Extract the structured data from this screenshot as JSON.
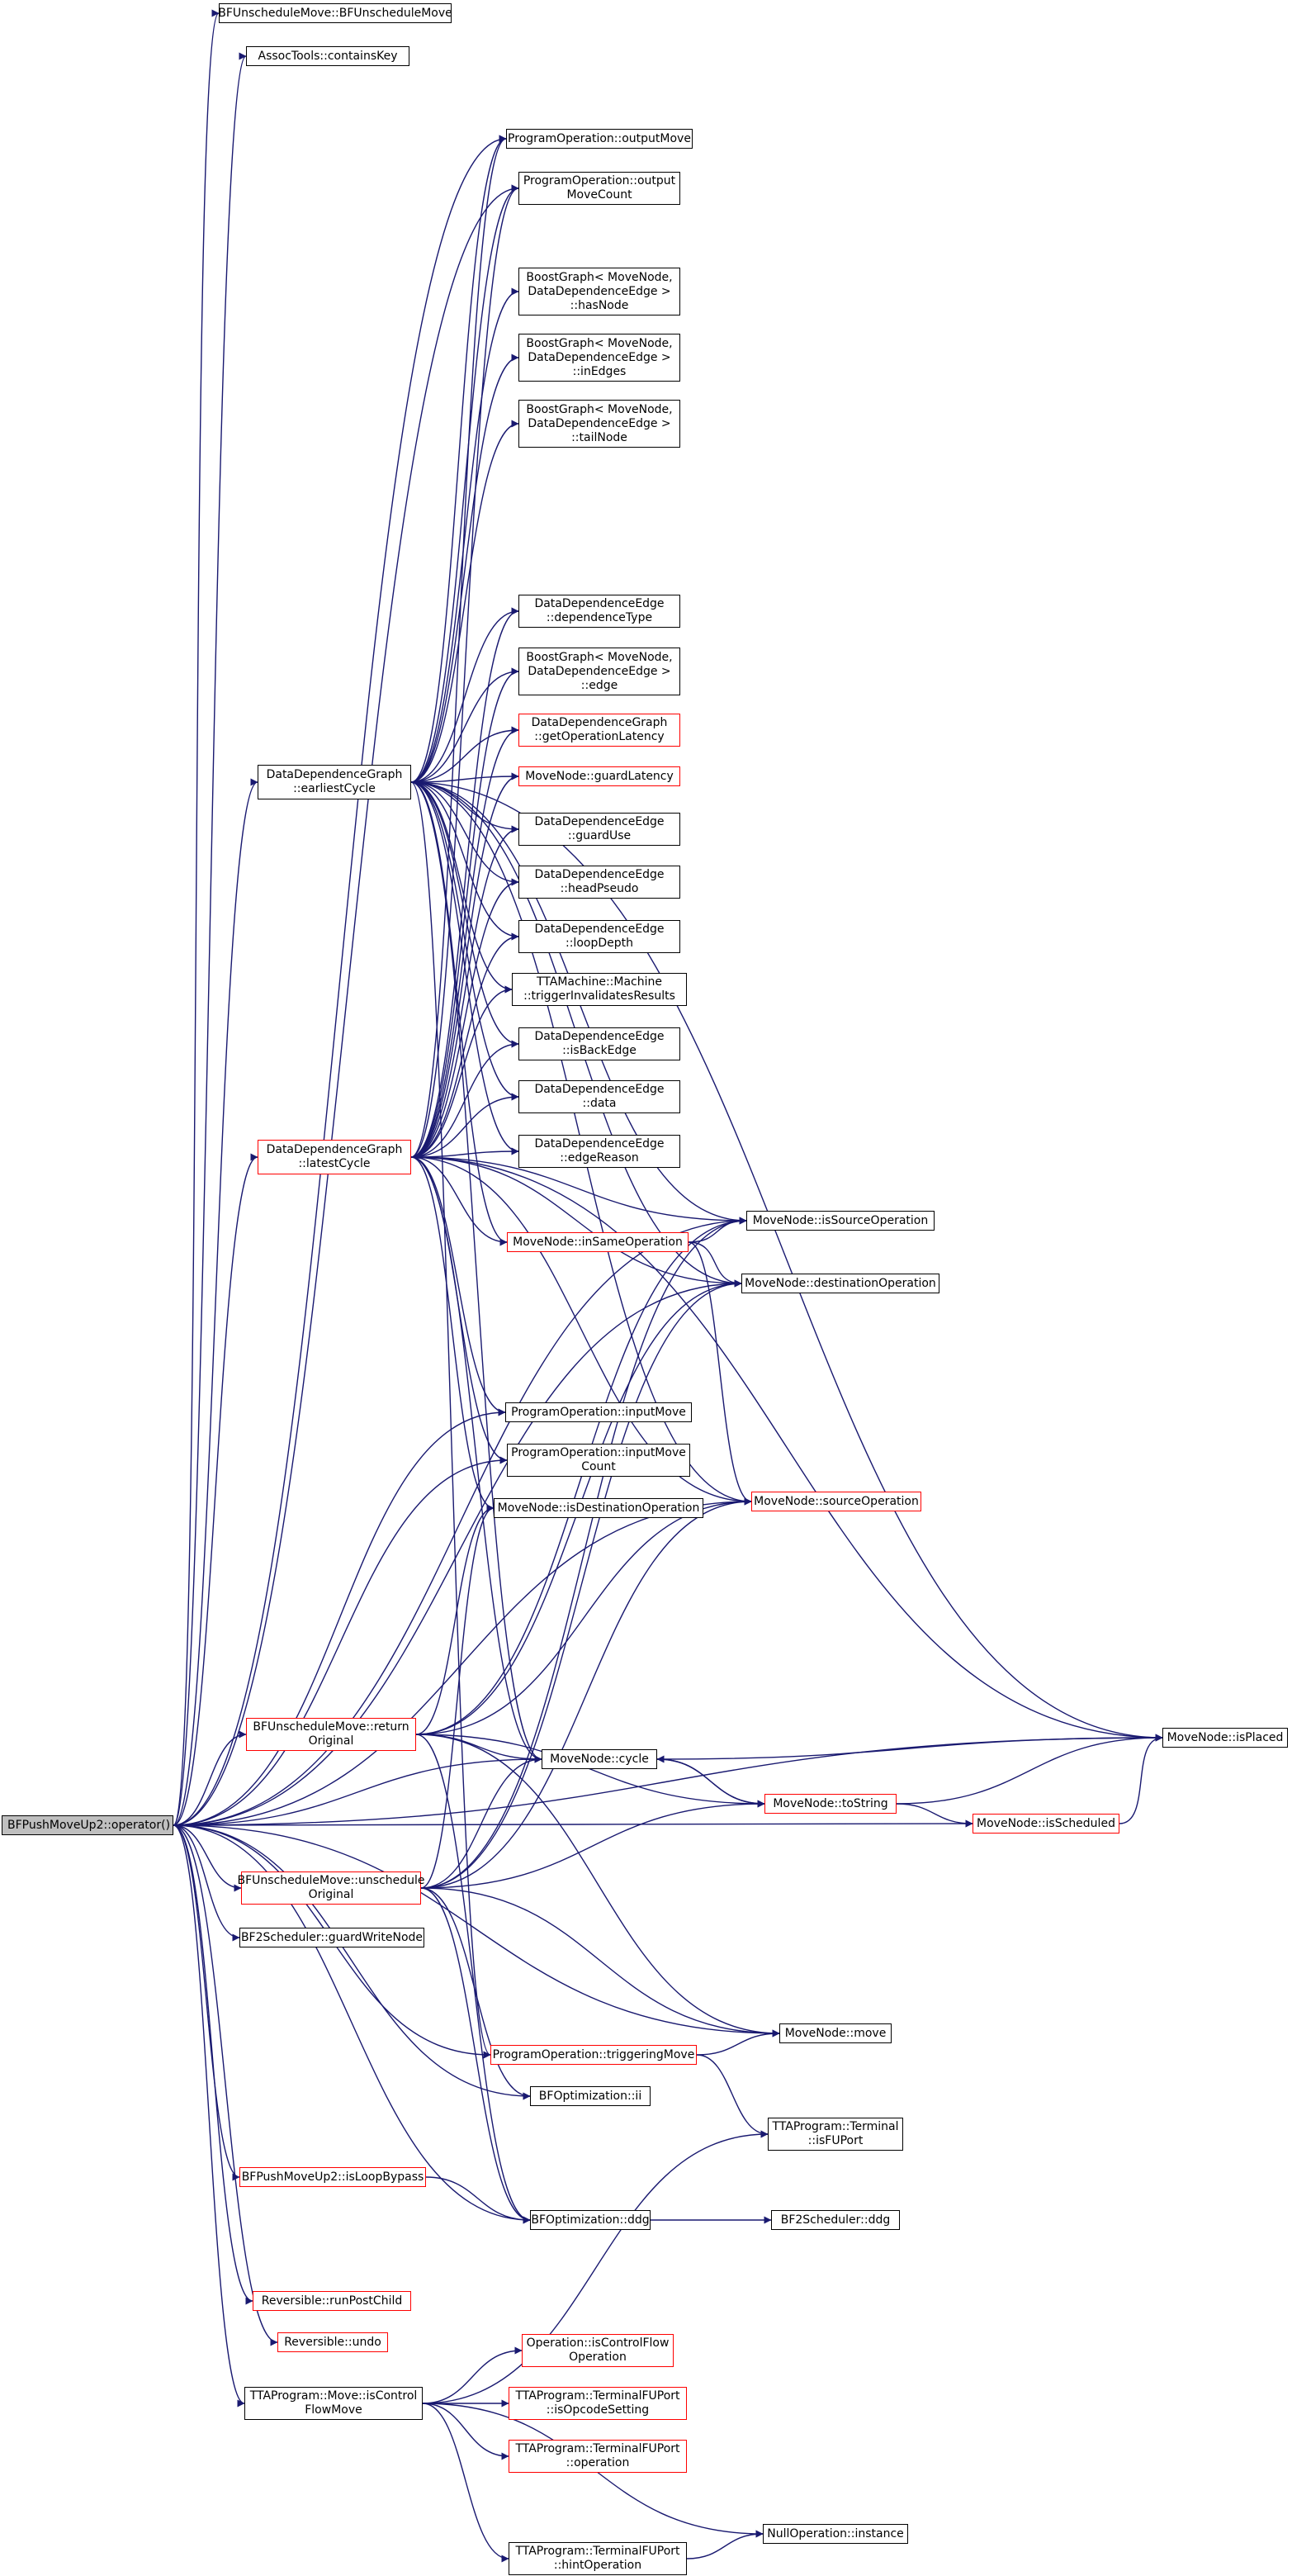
{
  "colors": {
    "edge": "#191970",
    "border": "#000000",
    "border_incomplete": "#ff0000",
    "root_fill": "#bfbfbf"
  },
  "nodes": {
    "bfpushmoveup2_operator": [
      "BFPushMoveUp2::operator()"
    ],
    "bfunschedulemove_ctor": [
      "BFUnscheduleMove::BFUnscheduleMove"
    ],
    "assoctools_containskey": [
      "AssocTools::containsKey"
    ],
    "programoperation_outputmove": [
      "ProgramOperation::outputMove"
    ],
    "programoperation_outputmovecount": [
      "ProgramOperation::output",
      "MoveCount"
    ],
    "boostgraph_hasnode": [
      "BoostGraph< MoveNode,",
      "DataDependenceEdge >",
      "::hasNode"
    ],
    "boostgraph_inedges": [
      "BoostGraph< MoveNode,",
      "DataDependenceEdge >",
      "::inEdges"
    ],
    "boostgraph_tailnode": [
      "BoostGraph< MoveNode,",
      "DataDependenceEdge >",
      "::tailNode"
    ],
    "dde_dependencetype": [
      "DataDependenceEdge",
      "::dependenceType"
    ],
    "boostgraph_edge": [
      "BoostGraph< MoveNode,",
      "DataDependenceEdge >",
      "::edge"
    ],
    "ddg_getoperationlatency": [
      "DataDependenceGraph",
      "::getOperationLatency"
    ],
    "ddg_earliestcycle": [
      "DataDependenceGraph",
      "::earliestCycle"
    ],
    "movenode_guardlatency": [
      "MoveNode::guardLatency"
    ],
    "dde_guarduse": [
      "DataDependenceEdge",
      "::guardUse"
    ],
    "dde_headpseudo": [
      "DataDependenceEdge",
      "::headPseudo"
    ],
    "dde_loopdepth": [
      "DataDependenceEdge",
      "::loopDepth"
    ],
    "ttamachine_triggerinvalidatesresults": [
      "TTAMachine::Machine",
      "::triggerInvalidatesResults"
    ],
    "dde_isbackedge": [
      "DataDependenceEdge",
      "::isBackEdge"
    ],
    "dde_data": [
      "DataDependenceEdge",
      "::data"
    ],
    "ddg_latestcycle": [
      "DataDependenceGraph",
      "::latestCycle"
    ],
    "dde_edgereason": [
      "DataDependenceEdge",
      "::edgeReason"
    ],
    "movenode_issourceoperation": [
      "MoveNode::isSourceOperation"
    ],
    "movenode_insameoperation": [
      "MoveNode::inSameOperation"
    ],
    "movenode_destinationoperation": [
      "MoveNode::destinationOperation"
    ],
    "programoperation_inputmove": [
      "ProgramOperation::inputMove"
    ],
    "programoperation_inputmovecount": [
      "ProgramOperation::inputMove",
      "Count"
    ],
    "movenode_isdestinationoperation": [
      "MoveNode::isDestinationOperation"
    ],
    "movenode_sourceoperation": [
      "MoveNode::sourceOperation"
    ],
    "bfunschedulemove_returnoriginal": [
      "BFUnscheduleMove::return",
      "Original"
    ],
    "movenode_isplaced": [
      "MoveNode::isPlaced"
    ],
    "movenode_cycle": [
      "MoveNode::cycle"
    ],
    "movenode_tostring": [
      "MoveNode::toString"
    ],
    "movenode_isscheduled": [
      "MoveNode::isScheduled"
    ],
    "bfunschedulemove_unscheduleoriginal": [
      "BFUnscheduleMove::unschedule",
      "Original"
    ],
    "bf2scheduler_guardwritenode": [
      "BF2Scheduler::guardWriteNode"
    ],
    "movenode_move": [
      "MoveNode::move"
    ],
    "programoperation_triggeringmove": [
      "ProgramOperation::triggeringMove"
    ],
    "bfoptimization_ii": [
      "BFOptimization::ii"
    ],
    "ttaprogram_terminal_isfuport": [
      "TTAProgram::Terminal",
      "::isFUPort"
    ],
    "bfpushmoveup2_isloopbypass": [
      "BFPushMoveUp2::isLoopBypass"
    ],
    "bfoptimization_ddg": [
      "BFOptimization::ddg"
    ],
    "bf2scheduler_ddg": [
      "BF2Scheduler::ddg"
    ],
    "reversible_runpostchild": [
      "Reversible::runPostChild"
    ],
    "reversible_undo": [
      "Reversible::undo"
    ],
    "operation_iscontrolflowoperation": [
      "Operation::isControlFlow",
      "Operation"
    ],
    "ttaprogram_move_iscontrolflowmove": [
      "TTAProgram::Move::isControl",
      "FlowMove"
    ],
    "ttaprogram_terminalfuport_isopcodesetting": [
      "TTAProgram::TerminalFUPort",
      "::isOpcodeSetting"
    ],
    "ttaprogram_terminalfuport_operation": [
      "TTAProgram::TerminalFUPort",
      "::operation"
    ],
    "nulloperation_instance": [
      "NullOperation::instance"
    ],
    "ttaprogram_terminalfuport_hintoperation": [
      "TTAProgram::TerminalFUPort",
      "::hintOperation"
    ]
  },
  "edges": [
    [
      "bfpushmoveup2_operator",
      "bfunschedulemove_ctor"
    ],
    [
      "bfpushmoveup2_operator",
      "assoctools_containskey"
    ],
    [
      "bfpushmoveup2_operator",
      "programoperation_outputmove"
    ],
    [
      "bfpushmoveup2_operator",
      "programoperation_outputmovecount"
    ],
    [
      "bfpushmoveup2_operator",
      "ddg_earliestcycle"
    ],
    [
      "bfpushmoveup2_operator",
      "movenode_issourceoperation"
    ],
    [
      "bfpushmoveup2_operator",
      "movenode_isplaced"
    ],
    [
      "bfpushmoveup2_operator",
      "ddg_latestcycle"
    ],
    [
      "bfpushmoveup2_operator",
      "programoperation_inputmove"
    ],
    [
      "bfpushmoveup2_operator",
      "programoperation_inputmovecount"
    ],
    [
      "bfpushmoveup2_operator",
      "movenode_sourceoperation"
    ],
    [
      "bfpushmoveup2_operator",
      "bfunschedulemove_returnoriginal"
    ],
    [
      "bfpushmoveup2_operator",
      "movenode_cycle"
    ],
    [
      "bfpushmoveup2_operator",
      "bfunschedulemove_unscheduleoriginal"
    ],
    [
      "bfpushmoveup2_operator",
      "bf2scheduler_guardwritenode"
    ],
    [
      "bfpushmoveup2_operator",
      "programoperation_triggeringmove"
    ],
    [
      "bfpushmoveup2_operator",
      "bfoptimization_ii"
    ],
    [
      "bfpushmoveup2_operator",
      "movenode_move"
    ],
    [
      "bfpushmoveup2_operator",
      "movenode_destinationoperation"
    ],
    [
      "bfpushmoveup2_operator",
      "bfpushmoveup2_isloopbypass"
    ],
    [
      "bfpushmoveup2_operator",
      "bfoptimization_ddg"
    ],
    [
      "bfpushmoveup2_operator",
      "movenode_isscheduled"
    ],
    [
      "bfpushmoveup2_operator",
      "reversible_runpostchild"
    ],
    [
      "bfpushmoveup2_operator",
      "reversible_undo"
    ],
    [
      "bfpushmoveup2_operator",
      "ttaprogram_move_iscontrolflowmove"
    ],
    [
      "ddg_earliestcycle",
      "programoperation_outputmove"
    ],
    [
      "ddg_earliestcycle",
      "programoperation_outputmovecount"
    ],
    [
      "ddg_earliestcycle",
      "boostgraph_hasnode"
    ],
    [
      "ddg_earliestcycle",
      "boostgraph_inedges"
    ],
    [
      "ddg_earliestcycle",
      "boostgraph_tailnode"
    ],
    [
      "ddg_earliestcycle",
      "dde_dependencetype"
    ],
    [
      "ddg_earliestcycle",
      "boostgraph_edge"
    ],
    [
      "ddg_earliestcycle",
      "ddg_getoperationlatency"
    ],
    [
      "ddg_earliestcycle",
      "movenode_guardlatency"
    ],
    [
      "ddg_earliestcycle",
      "dde_guarduse"
    ],
    [
      "ddg_earliestcycle",
      "dde_headpseudo"
    ],
    [
      "ddg_earliestcycle",
      "dde_loopdepth"
    ],
    [
      "ddg_earliestcycle",
      "ttamachine_triggerinvalidatesresults"
    ],
    [
      "ddg_earliestcycle",
      "dde_isbackedge"
    ],
    [
      "ddg_earliestcycle",
      "dde_data"
    ],
    [
      "ddg_earliestcycle",
      "dde_edgereason"
    ],
    [
      "ddg_earliestcycle",
      "movenode_issourceoperation"
    ],
    [
      "ddg_earliestcycle",
      "movenode_insameoperation"
    ],
    [
      "ddg_earliestcycle",
      "movenode_destinationoperation"
    ],
    [
      "ddg_earliestcycle",
      "movenode_isplaced"
    ],
    [
      "ddg_earliestcycle",
      "movenode_cycle"
    ],
    [
      "ddg_earliestcycle",
      "movenode_sourceoperation"
    ],
    [
      "ddg_earliestcycle",
      "programoperation_triggeringmove"
    ],
    [
      "ddg_latestcycle",
      "programoperation_outputmove"
    ],
    [
      "ddg_latestcycle",
      "programoperation_outputmovecount"
    ],
    [
      "ddg_latestcycle",
      "dde_dependencetype"
    ],
    [
      "ddg_latestcycle",
      "boostgraph_edge"
    ],
    [
      "ddg_latestcycle",
      "ddg_getoperationlatency"
    ],
    [
      "ddg_latestcycle",
      "movenode_guardlatency"
    ],
    [
      "ddg_latestcycle",
      "dde_guarduse"
    ],
    [
      "ddg_latestcycle",
      "dde_headpseudo"
    ],
    [
      "ddg_latestcycle",
      "dde_loopdepth"
    ],
    [
      "ddg_latestcycle",
      "ttamachine_triggerinvalidatesresults"
    ],
    [
      "ddg_latestcycle",
      "dde_isbackedge"
    ],
    [
      "ddg_latestcycle",
      "dde_data"
    ],
    [
      "ddg_latestcycle",
      "dde_edgereason"
    ],
    [
      "ddg_latestcycle",
      "movenode_issourceoperation"
    ],
    [
      "ddg_latestcycle",
      "movenode_insameoperation"
    ],
    [
      "ddg_latestcycle",
      "movenode_destinationoperation"
    ],
    [
      "ddg_latestcycle",
      "programoperation_inputmove"
    ],
    [
      "ddg_latestcycle",
      "programoperation_inputmovecount"
    ],
    [
      "ddg_latestcycle",
      "movenode_isdestinationoperation"
    ],
    [
      "ddg_latestcycle",
      "movenode_sourceoperation"
    ],
    [
      "ddg_latestcycle",
      "movenode_isplaced"
    ],
    [
      "ddg_latestcycle",
      "movenode_cycle"
    ],
    [
      "movenode_insameoperation",
      "movenode_issourceoperation"
    ],
    [
      "movenode_insameoperation",
      "movenode_destinationoperation"
    ],
    [
      "movenode_insameoperation",
      "movenode_sourceoperation"
    ],
    [
      "bfunschedulemove_returnoriginal",
      "movenode_issourceoperation"
    ],
    [
      "bfunschedulemove_returnoriginal",
      "movenode_isdestinationoperation"
    ],
    [
      "bfunschedulemove_returnoriginal",
      "movenode_sourceoperation"
    ],
    [
      "bfunschedulemove_returnoriginal",
      "movenode_destinationoperation"
    ],
    [
      "bfunschedulemove_returnoriginal",
      "movenode_cycle"
    ],
    [
      "bfunschedulemove_returnoriginal",
      "movenode_tostring"
    ],
    [
      "bfunschedulemove_returnoriginal",
      "movenode_move"
    ],
    [
      "bfunschedulemove_returnoriginal",
      "bfoptimization_ddg"
    ],
    [
      "bfunschedulemove_unscheduleoriginal",
      "movenode_issourceoperation"
    ],
    [
      "bfunschedulemove_unscheduleoriginal",
      "movenode_isdestinationoperation"
    ],
    [
      "bfunschedulemove_unscheduleoriginal",
      "movenode_sourceoperation"
    ],
    [
      "bfunschedulemove_unscheduleoriginal",
      "movenode_destinationoperation"
    ],
    [
      "bfunschedulemove_unscheduleoriginal",
      "movenode_cycle"
    ],
    [
      "bfunschedulemove_unscheduleoriginal",
      "movenode_tostring"
    ],
    [
      "bfunschedulemove_unscheduleoriginal",
      "movenode_move"
    ],
    [
      "bfunschedulemove_unscheduleoriginal",
      "bfoptimization_ddg"
    ],
    [
      "bfunschedulemove_unscheduleoriginal",
      "bfoptimization_ii"
    ],
    [
      "movenode_cycle",
      "movenode_isplaced"
    ],
    [
      "movenode_cycle",
      "movenode_tostring"
    ],
    [
      "movenode_tostring",
      "movenode_cycle"
    ],
    [
      "movenode_tostring",
      "movenode_isplaced"
    ],
    [
      "movenode_tostring",
      "movenode_isscheduled"
    ],
    [
      "movenode_isscheduled",
      "movenode_isplaced"
    ],
    [
      "programoperation_triggeringmove",
      "movenode_move"
    ],
    [
      "programoperation_triggeringmove",
      "ttaprogram_terminal_isfuport"
    ],
    [
      "bfpushmoveup2_isloopbypass",
      "bfoptimization_ddg"
    ],
    [
      "bfoptimization_ddg",
      "bf2scheduler_ddg"
    ],
    [
      "ttaprogram_move_iscontrolflowmove",
      "ttaprogram_terminal_isfuport"
    ],
    [
      "ttaprogram_move_iscontrolflowmove",
      "operation_iscontrolflowoperation"
    ],
    [
      "ttaprogram_move_iscontrolflowmove",
      "ttaprogram_terminalfuport_isopcodesetting"
    ],
    [
      "ttaprogram_move_iscontrolflowmove",
      "ttaprogram_terminalfuport_operation"
    ],
    [
      "ttaprogram_move_iscontrolflowmove",
      "nulloperation_instance"
    ],
    [
      "ttaprogram_move_iscontrolflowmove",
      "ttaprogram_terminalfuport_hintoperation"
    ],
    [
      "ttaprogram_terminalfuport_hintoperation",
      "nulloperation_instance"
    ]
  ]
}
